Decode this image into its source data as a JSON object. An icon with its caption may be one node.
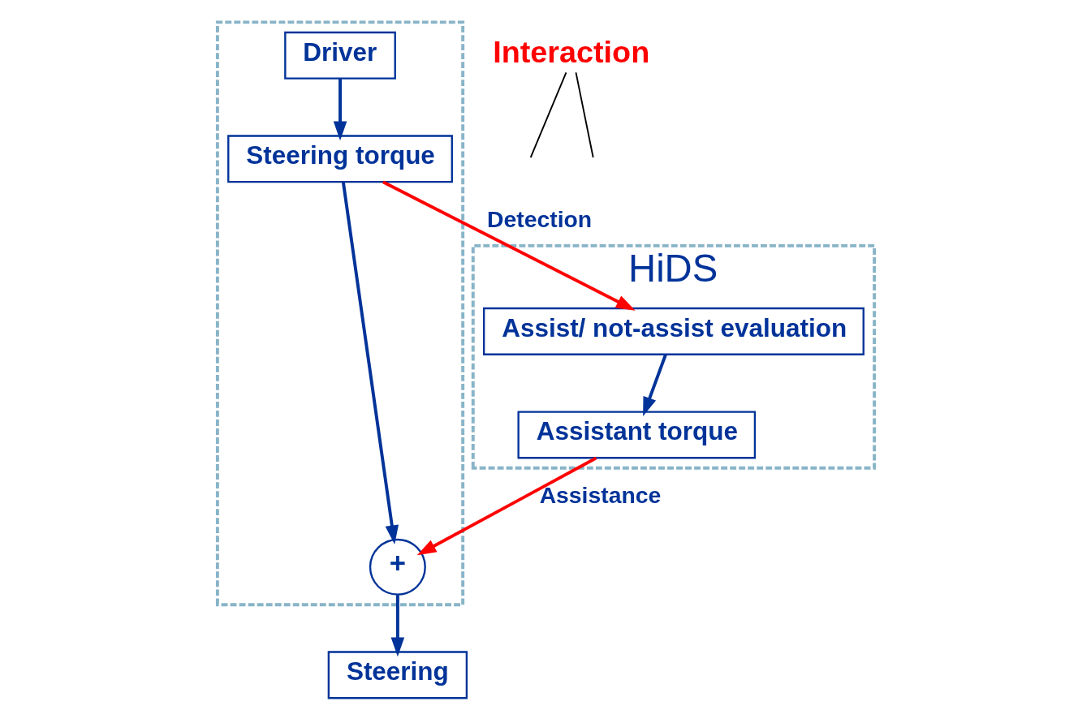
{
  "diagram": {
    "nodes": [
      {
        "text": [
          "HiDS"
        ]
      },
      {
        "text": [
          "Assist/ not-assist evaluation"
        ],
        "in": 0
      },
      {
        "text": [
          "Assistant torque"
        ],
        "in": 0
      },
      {
        "text": [],
        "shape": "box"
      },
      {
        "text": [
          "Driver"
        ],
        "in": 3
      },
      {
        "text": [
          "Steering torque"
        ],
        "in": 3
      },
      {
        "text": [
          "+"
        ],
        "in": 3
      },
      {
        "text": [
          "Steering"
        ]
      },
      {
        "text": [
          "Interaction"
        ]
      }
    ],
    "edges": [
      {
        "from": 4,
        "to": 5,
        "arrow": "to"
      },
      {
        "from": 5,
        "to": 1,
        "arrow": "to",
        "label": "Detection",
        "color": "#ff0000"
      },
      {
        "from": 1,
        "to": 2,
        "arrow": "to"
      },
      {
        "from": 5,
        "to": 6,
        "arrow": "to"
      },
      {
        "from": 2,
        "to": 6,
        "arrow": "to",
        "label": "Assistance",
        "color": "#ff0000"
      },
      {
        "from": 6,
        "to": 7,
        "arrow": "to"
      },
      {
        "from": 8,
        "to": null,
        "arrow": "none",
        "color": "#000000"
      },
      {
        "from": 8,
        "to": null,
        "arrow": "none",
        "color": "#000000"
      }
    ]
  }
}
